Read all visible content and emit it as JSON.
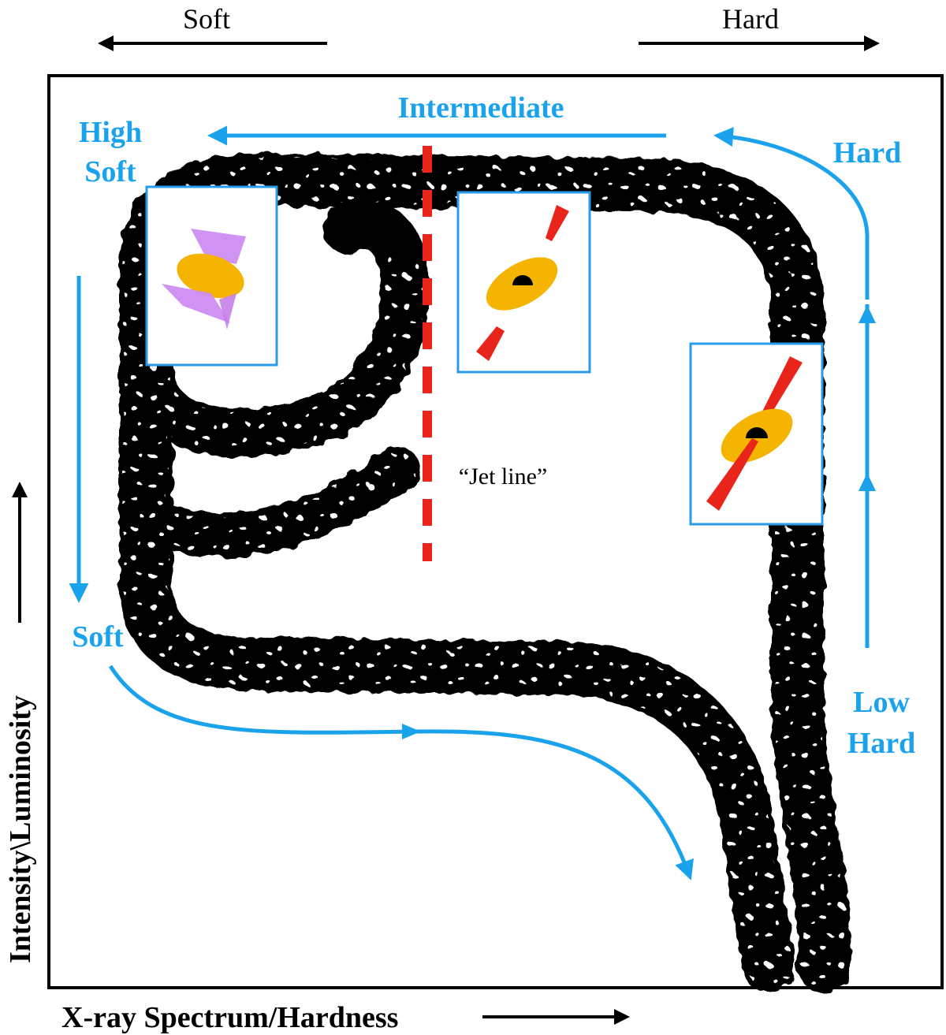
{
  "top_labels": {
    "soft": "Soft",
    "hard": "Hard"
  },
  "state_labels": {
    "intermediate": "Intermediate",
    "high_soft_line1": "High",
    "high_soft_line2": "Soft",
    "hard": "Hard",
    "soft": "Soft",
    "low_hard_line1": "Low",
    "low_hard_line2": "Hard"
  },
  "jet_line_label": "“Jet line”",
  "axis_labels": {
    "x": "X-ray Spectrum/Hardness",
    "y": "Intensity\\Luminosity"
  },
  "colors": {
    "state_blue": "#1aa3ec",
    "jet_red": "#e8241b",
    "disk_orange": "#f5b400",
    "wind_violet": "#cf8df2",
    "track_black": "#000000",
    "frame_blue": "#2a9be8"
  },
  "icons": {
    "high_soft_panel": "disk-with-wind-icon",
    "intermediate_panel": "disk-with-detached-jet-icon",
    "hard_panel": "disk-with-jet-icon"
  }
}
